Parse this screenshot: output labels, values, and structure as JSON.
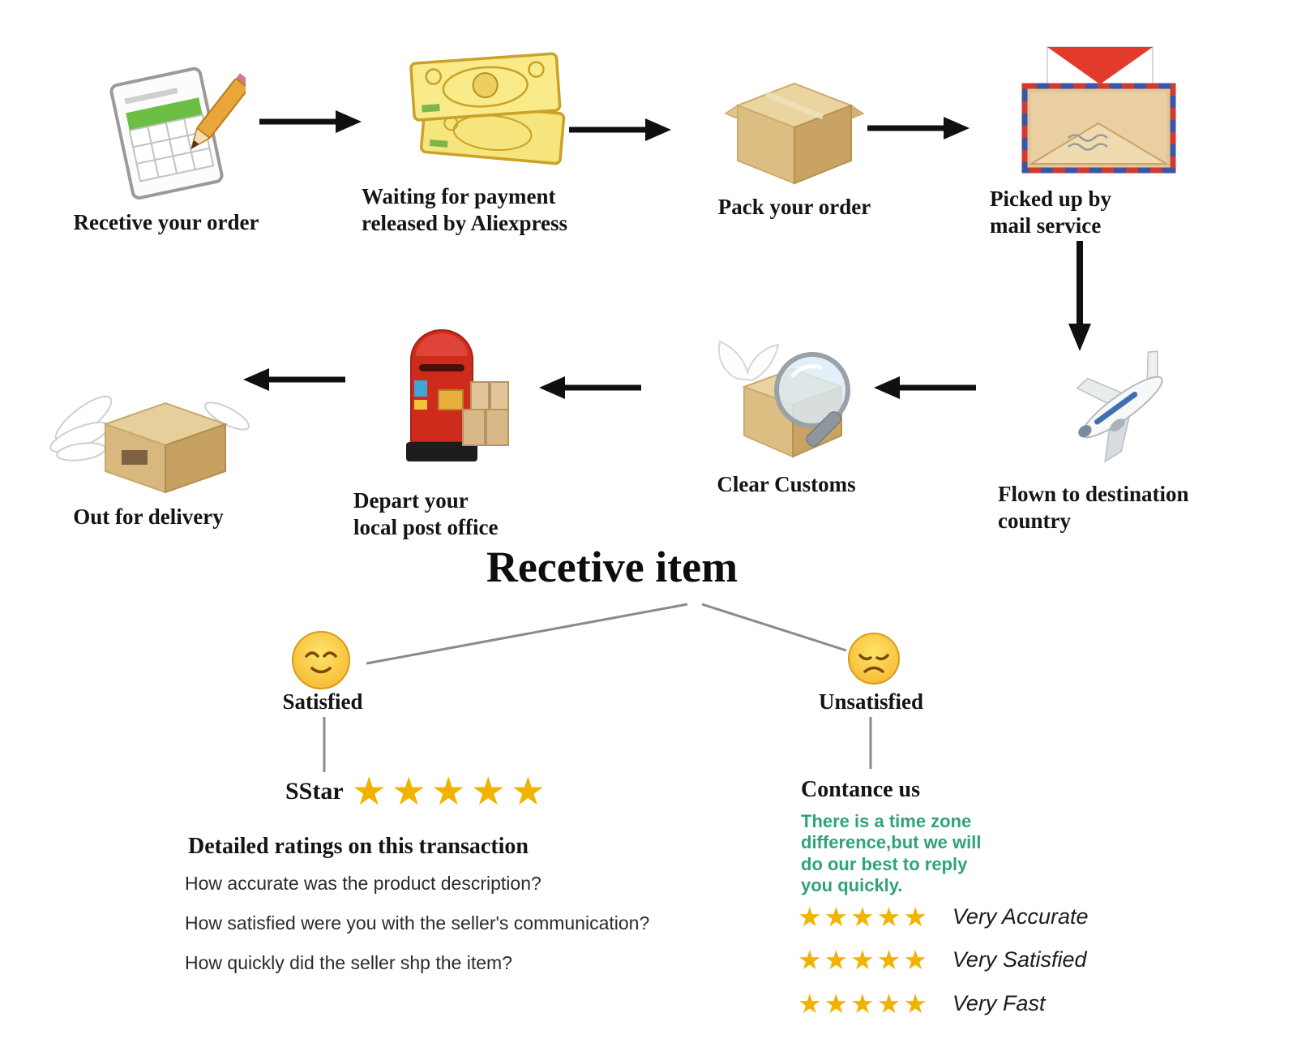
{
  "flow": {
    "receive_title": "Recetive item",
    "steps": [
      {
        "icon": "order-form-icon",
        "label": "Recetive your order"
      },
      {
        "icon": "money-bills-icon",
        "label": "Waiting for payment\nreleased by Aliexpress"
      },
      {
        "icon": "package-box-icon",
        "label": "Pack your order"
      },
      {
        "icon": "mail-envelope-icon",
        "label": "Picked up by\nmail service"
      },
      {
        "icon": "airplane-icon",
        "label": "Flown to destination\ncountry"
      },
      {
        "icon": "customs-magnifier-icon",
        "label": "Clear Customs"
      },
      {
        "icon": "post-box-icon",
        "label": "Depart your\nlocal post office"
      },
      {
        "icon": "winged-box-icon",
        "label": "Out for delivery"
      }
    ]
  },
  "satisfied": {
    "label": "Satisfied",
    "rating_name": "SStar",
    "stars": "★★★★★",
    "ratings_heading": "Detailed ratings on this transaction",
    "questions": [
      "How accurate was the product description?",
      "How satisfied were you with the seller's communication?",
      "How quickly did the seller shp the item?"
    ]
  },
  "unsatisfied": {
    "label": "Unsatisfied",
    "contact_heading": "Contance us",
    "note": "There is a time zone\ndifference,but we will\ndo  our best to reply\nyou quickly.",
    "ratings": [
      {
        "stars": "★★★★★",
        "label": "Very Accurate"
      },
      {
        "stars": "★★★★★",
        "label": "Very Satisfied"
      },
      {
        "stars": "★★★★★",
        "label": "Very Fast"
      }
    ]
  },
  "colors": {
    "star_gold": "#F2B200",
    "note_green": "#2FA37C",
    "arrow_black": "#101010"
  }
}
